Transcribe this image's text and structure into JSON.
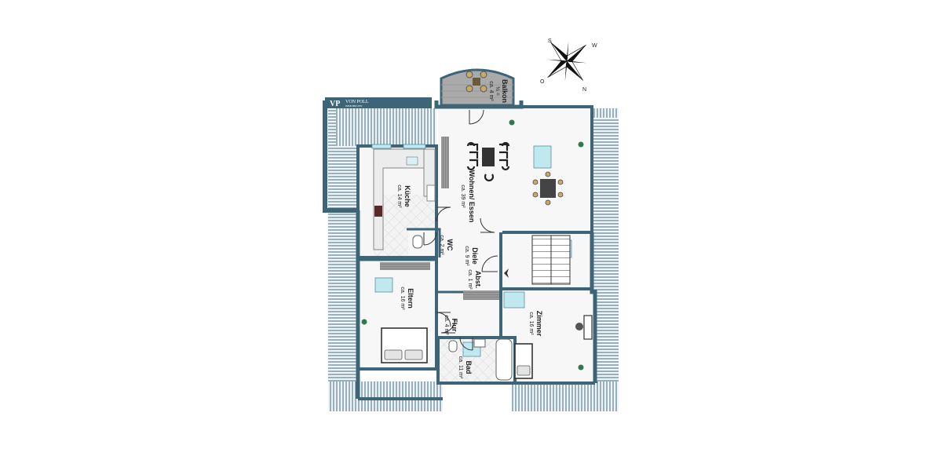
{
  "logo": {
    "mark": "VP",
    "name": "VON POLL",
    "sub": "IMMOBILIEN"
  },
  "compass": {
    "n": "N",
    "e": "O",
    "s": "S",
    "w": "W"
  },
  "rooms": [
    {
      "key": "balkon",
      "name": "Balkon",
      "area": "ca. 4 m²",
      "note": "½ ="
    },
    {
      "key": "wohnen",
      "name": "Wohnen/ Essen",
      "area": "ca. 39 m²"
    },
    {
      "key": "kueche",
      "name": "Küche",
      "area": "ca. 14 m²"
    },
    {
      "key": "wc",
      "name": "WC",
      "area": "ca. 2 m²"
    },
    {
      "key": "diele",
      "name": "Diele",
      "area": "ca. 9 m²"
    },
    {
      "key": "abst",
      "name": "Abst.",
      "area": "ca. 1 m²"
    },
    {
      "key": "eltern",
      "name": "Eltern",
      "area": "ca. 16 m²"
    },
    {
      "key": "flur",
      "name": "Flur",
      "area": "ca. 4 m²"
    },
    {
      "key": "bad",
      "name": "Bad",
      "area": "ca. 11 m²"
    },
    {
      "key": "zimmer",
      "name": "Zimmer",
      "area": "ca. 16 m²"
    }
  ],
  "colors": {
    "wall": "#3d6577",
    "roof": "#eef4f7",
    "roof_line": "#2f5d70",
    "floor": "#f7f7f7",
    "balcony": "#a9a9a9",
    "tile": "#e4e4e4",
    "radiator": "#8a8a8a",
    "window": "#bfe9ef"
  }
}
